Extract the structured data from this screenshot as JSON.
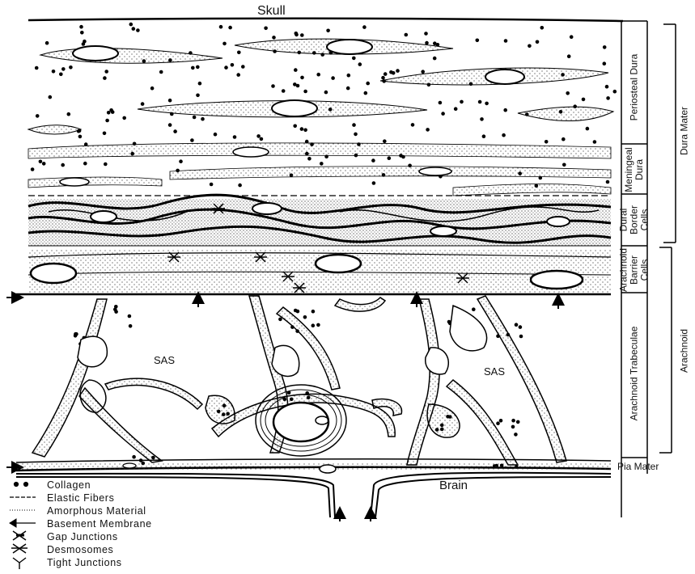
{
  "labels": {
    "skull": "Skull",
    "brain": "Brain",
    "sas_left": "SAS",
    "sas_right": "SAS",
    "periosteal_dura": "Periosteal Dura",
    "meningeal_dura": "Meningeal\nDura",
    "dural_border_cells": "Dural\nBorder\nCells",
    "arachnoid_barrier_cells": "Arachnoid\nBarrier\nCells",
    "arachnoid_trabeculae": "Arachnoid Trabeculae",
    "pia_mater": "Pia Mater",
    "dura_mater": "Dura Mater",
    "arachnoid": "Arachnoid"
  },
  "legend": [
    {
      "symbol": "collagen-dots",
      "label": "Collagen"
    },
    {
      "symbol": "elastic-dashes",
      "label": "Elastic Fibers"
    },
    {
      "symbol": "amorphous-stipple",
      "label": "Amorphous Material"
    },
    {
      "symbol": "basement-arrow",
      "label": "Basement Membrane"
    },
    {
      "symbol": "gap-junction",
      "label": "Gap Junctions"
    },
    {
      "symbol": "desmosome",
      "label": "Desmosomes"
    },
    {
      "symbol": "tight-junction",
      "label": "Tight Junctions"
    }
  ]
}
